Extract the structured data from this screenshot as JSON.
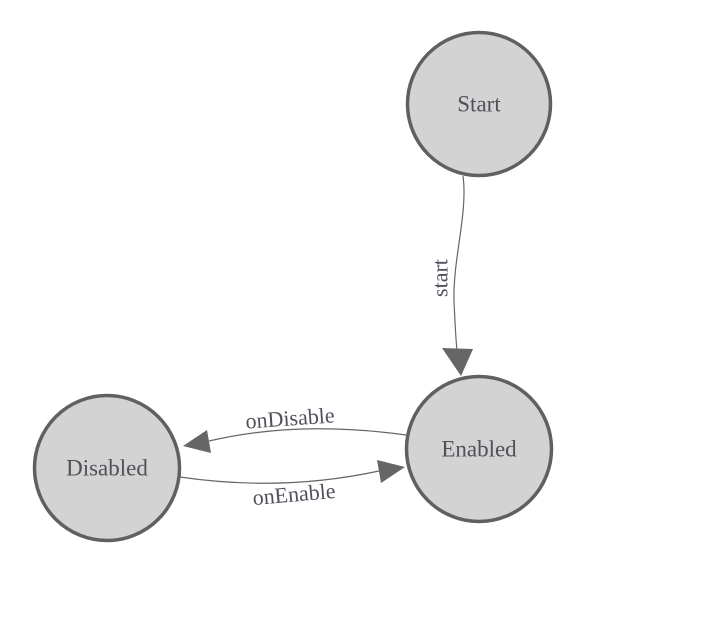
{
  "diagram": {
    "type": "state-machine",
    "background_color": "#ffffff",
    "node_fill_color": "#d3d3d3",
    "node_border_color": "#606060",
    "edge_color": "#666666",
    "arrowhead_color": "#666666",
    "label_color": "#50505a",
    "nodes": [
      {
        "id": "start",
        "label": "Start"
      },
      {
        "id": "enabled",
        "label": "Enabled"
      },
      {
        "id": "disabled",
        "label": "Disabled"
      }
    ],
    "edges": [
      {
        "label": "start",
        "from": "Start",
        "to": "Enabled"
      },
      {
        "label": "onDisable",
        "from": "Enabled",
        "to": "Disabled"
      },
      {
        "label": "onEnable",
        "from": "Disabled",
        "to": "Enabled"
      }
    ]
  }
}
